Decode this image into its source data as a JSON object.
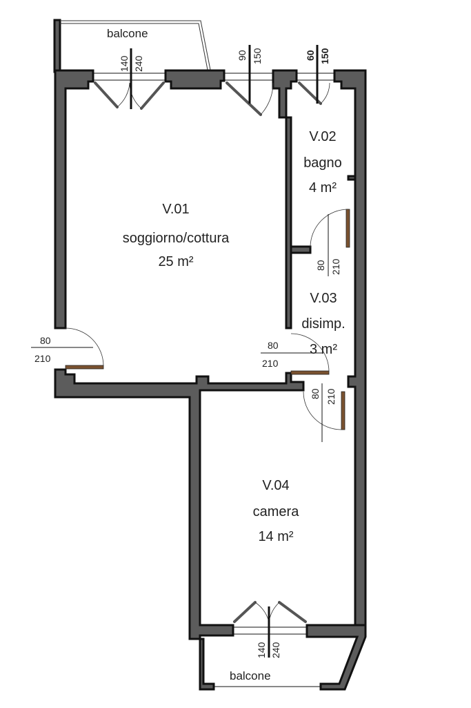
{
  "rooms": [
    {
      "code": "V.01",
      "name": "soggiorno/cottura",
      "area": "25 m²"
    },
    {
      "code": "V.02",
      "name": "bagno",
      "area": "4 m²"
    },
    {
      "code": "V.03",
      "name": "disimp.",
      "area": "3 m²"
    },
    {
      "code": "V.04",
      "name": "camera",
      "area": "14 m²"
    }
  ],
  "balconies": {
    "top": "balcone",
    "bottom": "balcone"
  },
  "windows": {
    "living_double": {
      "w": "140",
      "h": "240"
    },
    "living_single": {
      "w": "90",
      "h": "150"
    },
    "bath": {
      "w": "60",
      "h": "150"
    },
    "bedroom_double": {
      "w": "140",
      "h": "240"
    }
  },
  "doors": {
    "entrance": {
      "w": "80",
      "h": "210"
    },
    "living_corridor": {
      "w": "80",
      "h": "210"
    },
    "bath": {
      "w": "80",
      "h": "210"
    },
    "bedroom": {
      "w": "80",
      "h": "210"
    }
  }
}
